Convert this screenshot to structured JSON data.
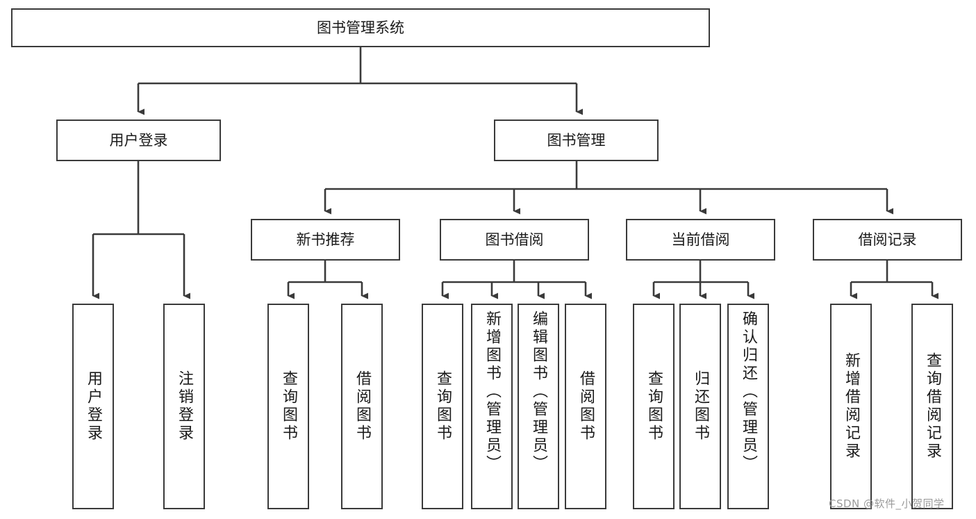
{
  "diagram": {
    "title": "图书管理系统",
    "watermark": "CSDN @软件_小贺同学",
    "line_color": "#3a3a3a",
    "box_fill": "#ffffff",
    "text_color": "#1a1a1a",
    "watermark_color": "#9a9a9a",
    "root": {
      "label": "图书管理系统"
    },
    "level2": [
      {
        "label": "用户登录"
      },
      {
        "label": "图书管理"
      }
    ],
    "level3": [
      {
        "label": "新书推荐"
      },
      {
        "label": "图书借阅"
      },
      {
        "label": "当前借阅"
      },
      {
        "label": "借阅记录"
      }
    ],
    "leaves": {
      "user_login": [
        {
          "label": "用户登录"
        },
        {
          "label": "注销登录"
        }
      ],
      "new_book_recommend": [
        {
          "label": "查询图书"
        },
        {
          "label": "借阅图书"
        }
      ],
      "book_borrow": [
        {
          "label": "查询图书"
        },
        {
          "label": "新增图书（管理员）"
        },
        {
          "label": "编辑图书（管理员）"
        },
        {
          "label": "借阅图书"
        }
      ],
      "current_borrow": [
        {
          "label": "查询图书"
        },
        {
          "label": "归还图书"
        },
        {
          "label": "确认归还（管理员）"
        }
      ],
      "borrow_record": [
        {
          "label": "新增借阅记录"
        },
        {
          "label": "查询借阅记录"
        }
      ]
    }
  }
}
